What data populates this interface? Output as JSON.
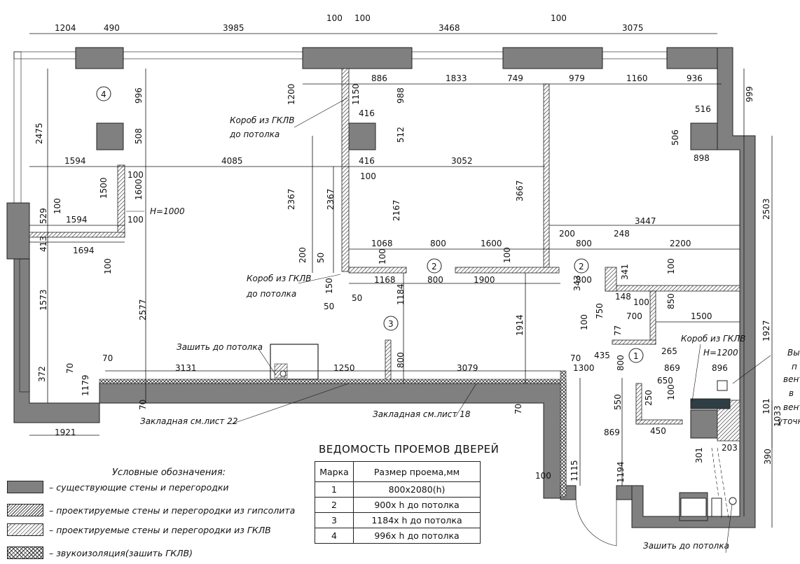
{
  "dims_top": [
    "1204",
    "490",
    "3985",
    "100",
    "100",
    "3468",
    "100",
    "3075"
  ],
  "dims_interior": [
    "886",
    "1833",
    "749",
    "979",
    "1160",
    "936",
    "999",
    "516",
    "506",
    "898",
    "996",
    "1150",
    "1200",
    "988",
    "512",
    "416",
    "416",
    "508",
    "2475",
    "1594",
    "4085",
    "3052",
    "100",
    "100",
    "1500",
    "1600",
    "100",
    "2367",
    "2367",
    "2167",
    "3667",
    "2503",
    "529",
    "1594",
    "100",
    "413",
    "1694",
    "100",
    "3447",
    "200",
    "248",
    "800",
    "2200",
    "1068",
    "800",
    "1600",
    "100",
    "100",
    "200",
    "50",
    "1168",
    "800",
    "1900",
    "800",
    "100",
    "341",
    "343",
    "148",
    "100",
    "150",
    "50",
    "50",
    "1573",
    "2577",
    "1184",
    "750",
    "850",
    "700",
    "1500",
    "100",
    "1914",
    "1927",
    "77",
    "435",
    "265",
    "1300",
    "800",
    "869",
    "896",
    "800",
    "3131",
    "1250",
    "3079",
    "70",
    "70",
    "70",
    "70",
    "70",
    "100",
    "650",
    "550",
    "250",
    "100",
    "869",
    "450",
    "101",
    "1033",
    "372",
    "1179",
    "1921",
    "1115",
    "1194",
    "390",
    "203",
    "301"
  ],
  "labels": {
    "box_gklv_1": "Короб из ГКЛВ",
    "box_gklv_1b": "до потолка",
    "box_gklv_2": "Короб из ГКЛВ",
    "box_gklv_2b": "до потолка",
    "h1000": "Н=1000",
    "sew_up_1": "Зашить до потолка",
    "sew_up_2": "Зашить до потолка",
    "embed_22": "Закладная см.лист 22",
    "embed_18": "Закладная см.лист 18",
    "box_gklv_3": "Короб из ГКЛВ",
    "h1200": "Н=1200",
    "vent_1": "Выб",
    "vent_2": "п",
    "vent_3": "вент",
    "vent_4": "в",
    "vent_5": "вент",
    "vent_6": "уточн"
  },
  "marks": [
    "4",
    "2",
    "2",
    "3",
    "1"
  ],
  "legend": {
    "title": "Условные обозначения:",
    "items": [
      "– существующие стены и перегородки",
      "– проектируемые стены и перегородки из гипсолита",
      "– проектируемые стены и перегородки из ГКЛВ",
      "– звукоизоляция(зашить ГКЛВ)"
    ]
  },
  "schedule": {
    "title": "ВЕДОМОСТЬ ПРОЕМОВ ДВЕРЕЙ",
    "headers": [
      "Марка",
      "Размер проема,мм"
    ],
    "rows": [
      [
        "1",
        "800х2080(h)"
      ],
      [
        "2",
        "900х h  до потолка"
      ],
      [
        "3",
        "1184х h  до потолка"
      ],
      [
        "4",
        "996х h  до потолка"
      ]
    ]
  }
}
